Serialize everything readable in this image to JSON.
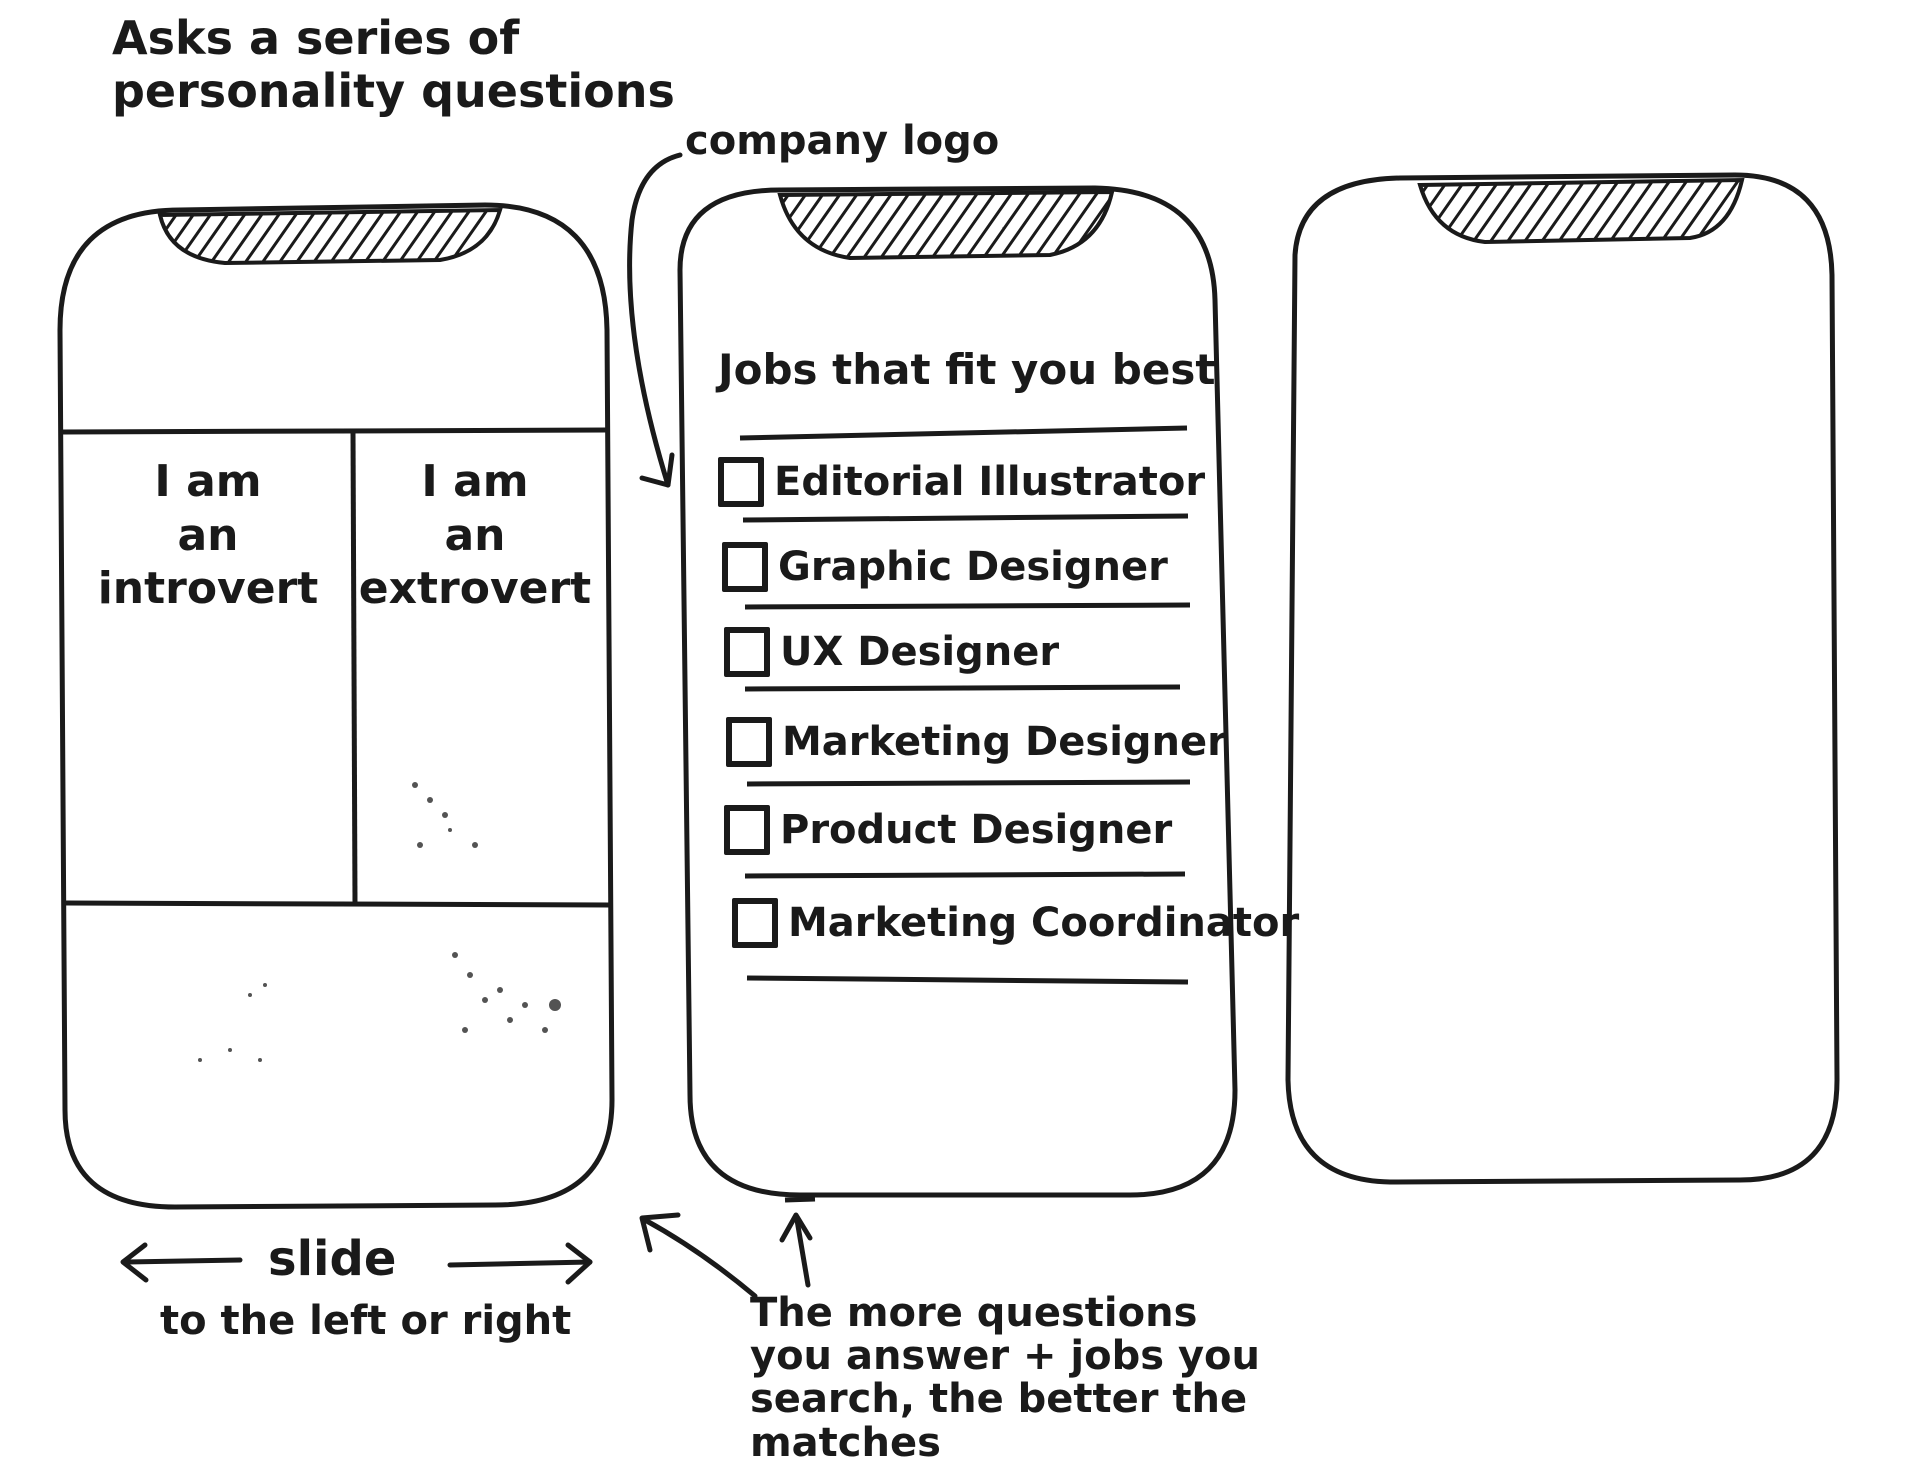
{
  "annotations": {
    "title_line1": "Asks a series of",
    "title_line2": "personality questions",
    "company_logo": "company logo",
    "slide": "slide",
    "slide_sub": "to the left or right",
    "note_line1": "The more questions",
    "note_line2": "you answer + jobs you",
    "note_line3": "search, the better the",
    "note_line4": "matches"
  },
  "screen1": {
    "left_line1": "I am",
    "left_line2": "an",
    "left_line3": "introvert",
    "right_line1": "I am",
    "right_line2": "an",
    "right_line3": "extrovert"
  },
  "screen2": {
    "heading": "Jobs that fit you best",
    "jobs": [
      "Editorial Illustrator",
      "Graphic Designer",
      "UX Designer",
      "Marketing Designer",
      "Product Designer",
      "Marketing Coordinator"
    ]
  },
  "colors": {
    "ink": "#1a1a1a",
    "paper": "#ffffff"
  }
}
